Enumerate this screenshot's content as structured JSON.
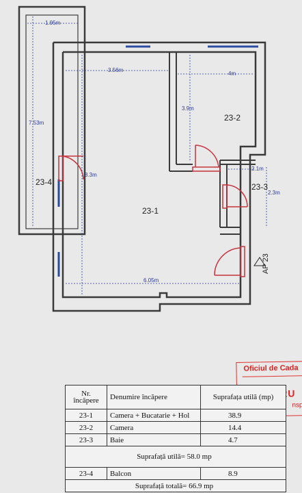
{
  "plan": {
    "rooms": [
      {
        "id": "23-1",
        "label": "23-1"
      },
      {
        "id": "23-2",
        "label": "23-2"
      },
      {
        "id": "23-3",
        "label": "23-3"
      },
      {
        "id": "23-4",
        "label": "23-4"
      }
    ],
    "dimensions": [
      {
        "id": "balcony-width",
        "text": "1.95m"
      },
      {
        "id": "balcony-length",
        "text": "7.53m"
      },
      {
        "id": "room1-top-width",
        "text": "3.56m"
      },
      {
        "id": "room1-height",
        "text": "8.3m"
      },
      {
        "id": "room1-bottom-width",
        "text": "6.05m"
      },
      {
        "id": "room2-width",
        "text": "4m"
      },
      {
        "id": "room2-height",
        "text": "3.9m"
      },
      {
        "id": "room3-width",
        "text": "2.1m"
      },
      {
        "id": "room3-height",
        "text": "2.3m"
      }
    ],
    "apartment_label": "AP 23",
    "colors": {
      "wall": "#3a3a3a",
      "door": "#c8323c",
      "window": "#2a4aa0"
    }
  },
  "stamp": {
    "line1": "Oficiul de Cada",
    "line2": "HRU",
    "line3": "nsp"
  },
  "table": {
    "headers": {
      "nr": "Nr. încăpere",
      "name": "Denumire încăpere",
      "area": "Suprafața utilă (mp)"
    },
    "rows": [
      {
        "nr": "23-1",
        "name": "Camera + Bucatarie + Hol",
        "area": "38.9"
      },
      {
        "nr": "23-2",
        "name": "Camera",
        "area": "14.4"
      },
      {
        "nr": "23-3",
        "name": "Baie",
        "area": "4.7"
      }
    ],
    "useful_total": "Suprafață utilă= 58.0 mp",
    "balcony_row": {
      "nr": "23-4",
      "name": "Balcon",
      "area": "8.9"
    },
    "grand_total": "Suprafață totală= 66.9 mp"
  }
}
